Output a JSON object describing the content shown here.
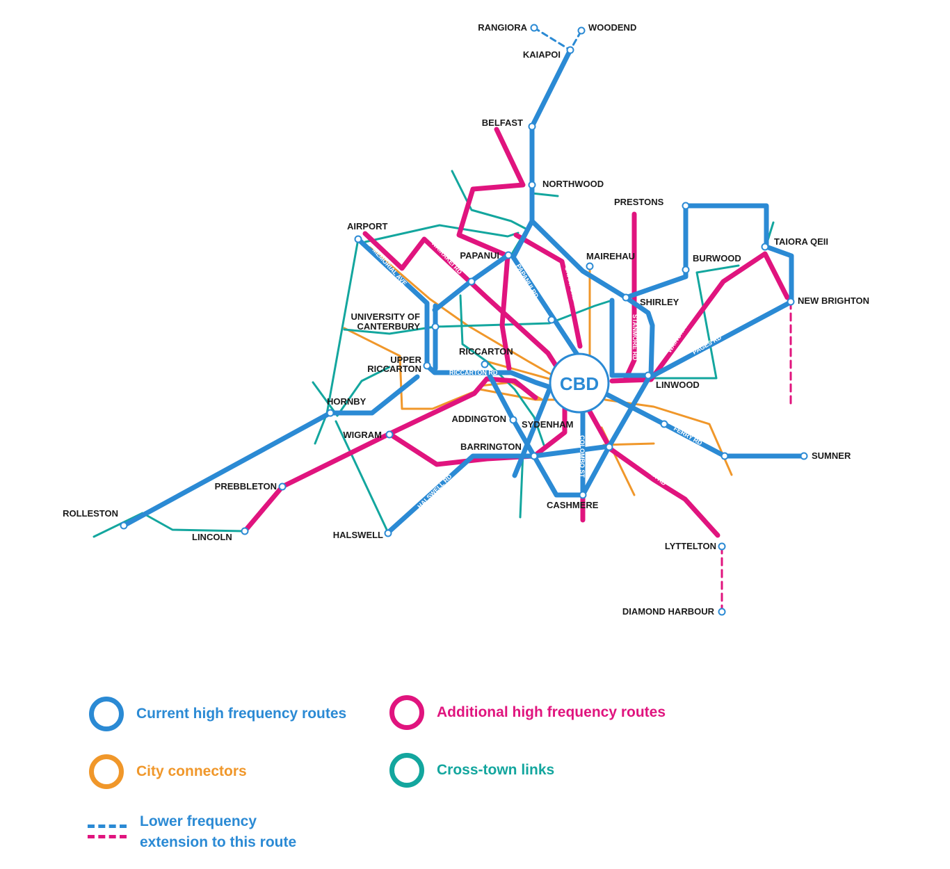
{
  "colors": {
    "current": "#2b8ad4",
    "additional": "#e0147e",
    "connector": "#f0972a",
    "crosstown": "#13a69e"
  },
  "hub": "CBD",
  "places": {
    "rangiora": "RANGIORA",
    "woodend": "WOODEND",
    "kaiapoi": "KAIAPOI",
    "belfast": "BELFAST",
    "northwood": "NORTHWOOD",
    "prestons": "PRESTONS",
    "airport": "AIRPORT",
    "papanui": "PAPANUI",
    "mairehau": "MAIREHAU",
    "burwood": "BURWOOD",
    "taiora": "TAIORA QEII",
    "new_brighton": "NEW BRIGHTON",
    "shirley": "SHIRLEY",
    "uc_line1": "UNIVERSITY OF",
    "uc_line2": "CANTERBURY",
    "riccarton": "RICCARTON",
    "upper_line1": "UPPER",
    "upper_line2": "RICCARTON",
    "linwood": "LINWOOD",
    "hornby": "HORNBY",
    "addington": "ADDINGTON",
    "sydenham": "SYDENHAM",
    "wigram": "WIGRAM",
    "barrington": "BARRINGTON",
    "sumner": "SUMNER",
    "prebbleton": "PREBBLETON",
    "cashmere": "CASHMERE",
    "rolleston": "ROLLESTON",
    "lincoln": "LINCOLN",
    "halswell": "HALSWELL",
    "lyttelton": "LYTTELTON",
    "diamond_harbour": "DIAMOND HARBOUR"
  },
  "roads": {
    "memorial": "MEMORIAL AVE",
    "wairakei": "WAIRAKEI RD",
    "papanui_rd": "PAPANUI RD",
    "cranford": "CRANFORD ST",
    "stanmore": "STANMORE RD",
    "wainoni": "WAINONI RD",
    "pages": "PAGES RD",
    "riccarton_rd": "RICCARTON RD",
    "colombo": "COLOMBO ST",
    "ferry": "FERRY RD",
    "opawa": "OPAWA RD",
    "halswell_rd": "HALSWELL RD"
  },
  "legend": {
    "current": "Current high frequency routes",
    "additional": "Additional high frequency routes",
    "connectors": "City connectors",
    "crosstown": "Cross-town links",
    "lower_line1": "Lower frequency",
    "lower_line2": "extension to this route"
  }
}
